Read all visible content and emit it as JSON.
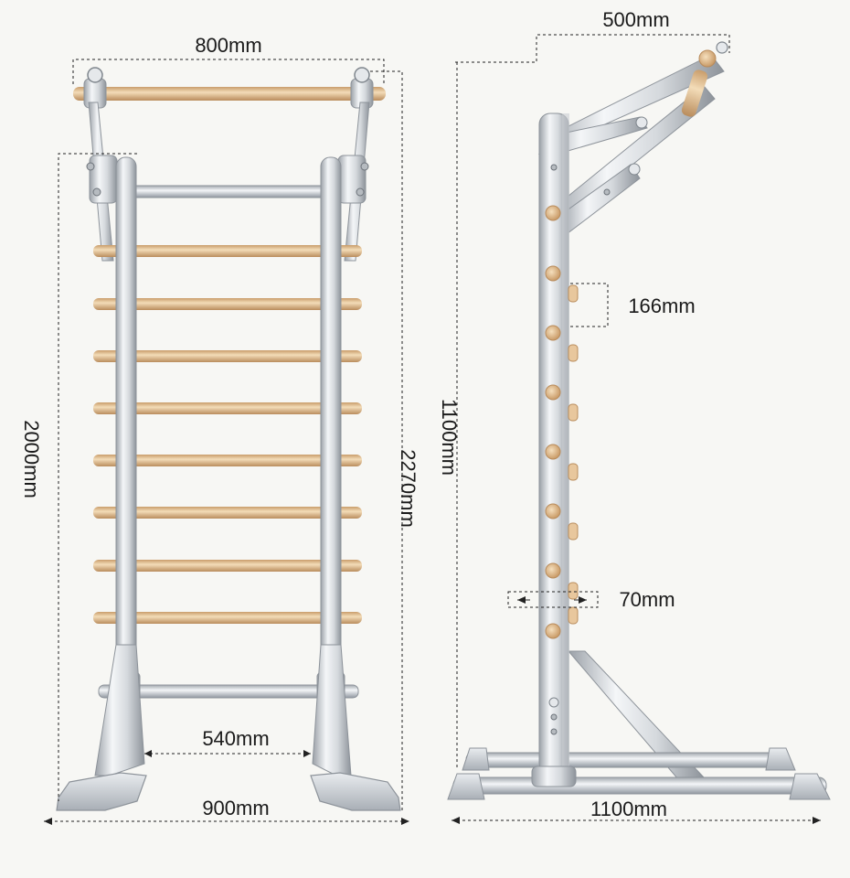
{
  "colors": {
    "background": "#f7f7f4",
    "steel_light": "#eef0f2",
    "steel_mid": "#c6cacf",
    "steel_dark": "#8d939a",
    "wood_light": "#f0d7b2",
    "wood_mid": "#ddb587",
    "wood_dark": "#b98c5c",
    "dimension_line": "#222222",
    "label_text": "#1a1a1a"
  },
  "dimensions": {
    "front_top_bar_width": "800mm",
    "front_total_height": "2000mm",
    "front_overall_height": "2270mm",
    "front_inner_width": "540mm",
    "front_base_width": "900mm",
    "side_top_depth": "500mm",
    "side_height": "1100mm",
    "side_rung_spacing": "166mm",
    "side_rung_depth": "70mm",
    "side_base_length": "1100mm"
  }
}
